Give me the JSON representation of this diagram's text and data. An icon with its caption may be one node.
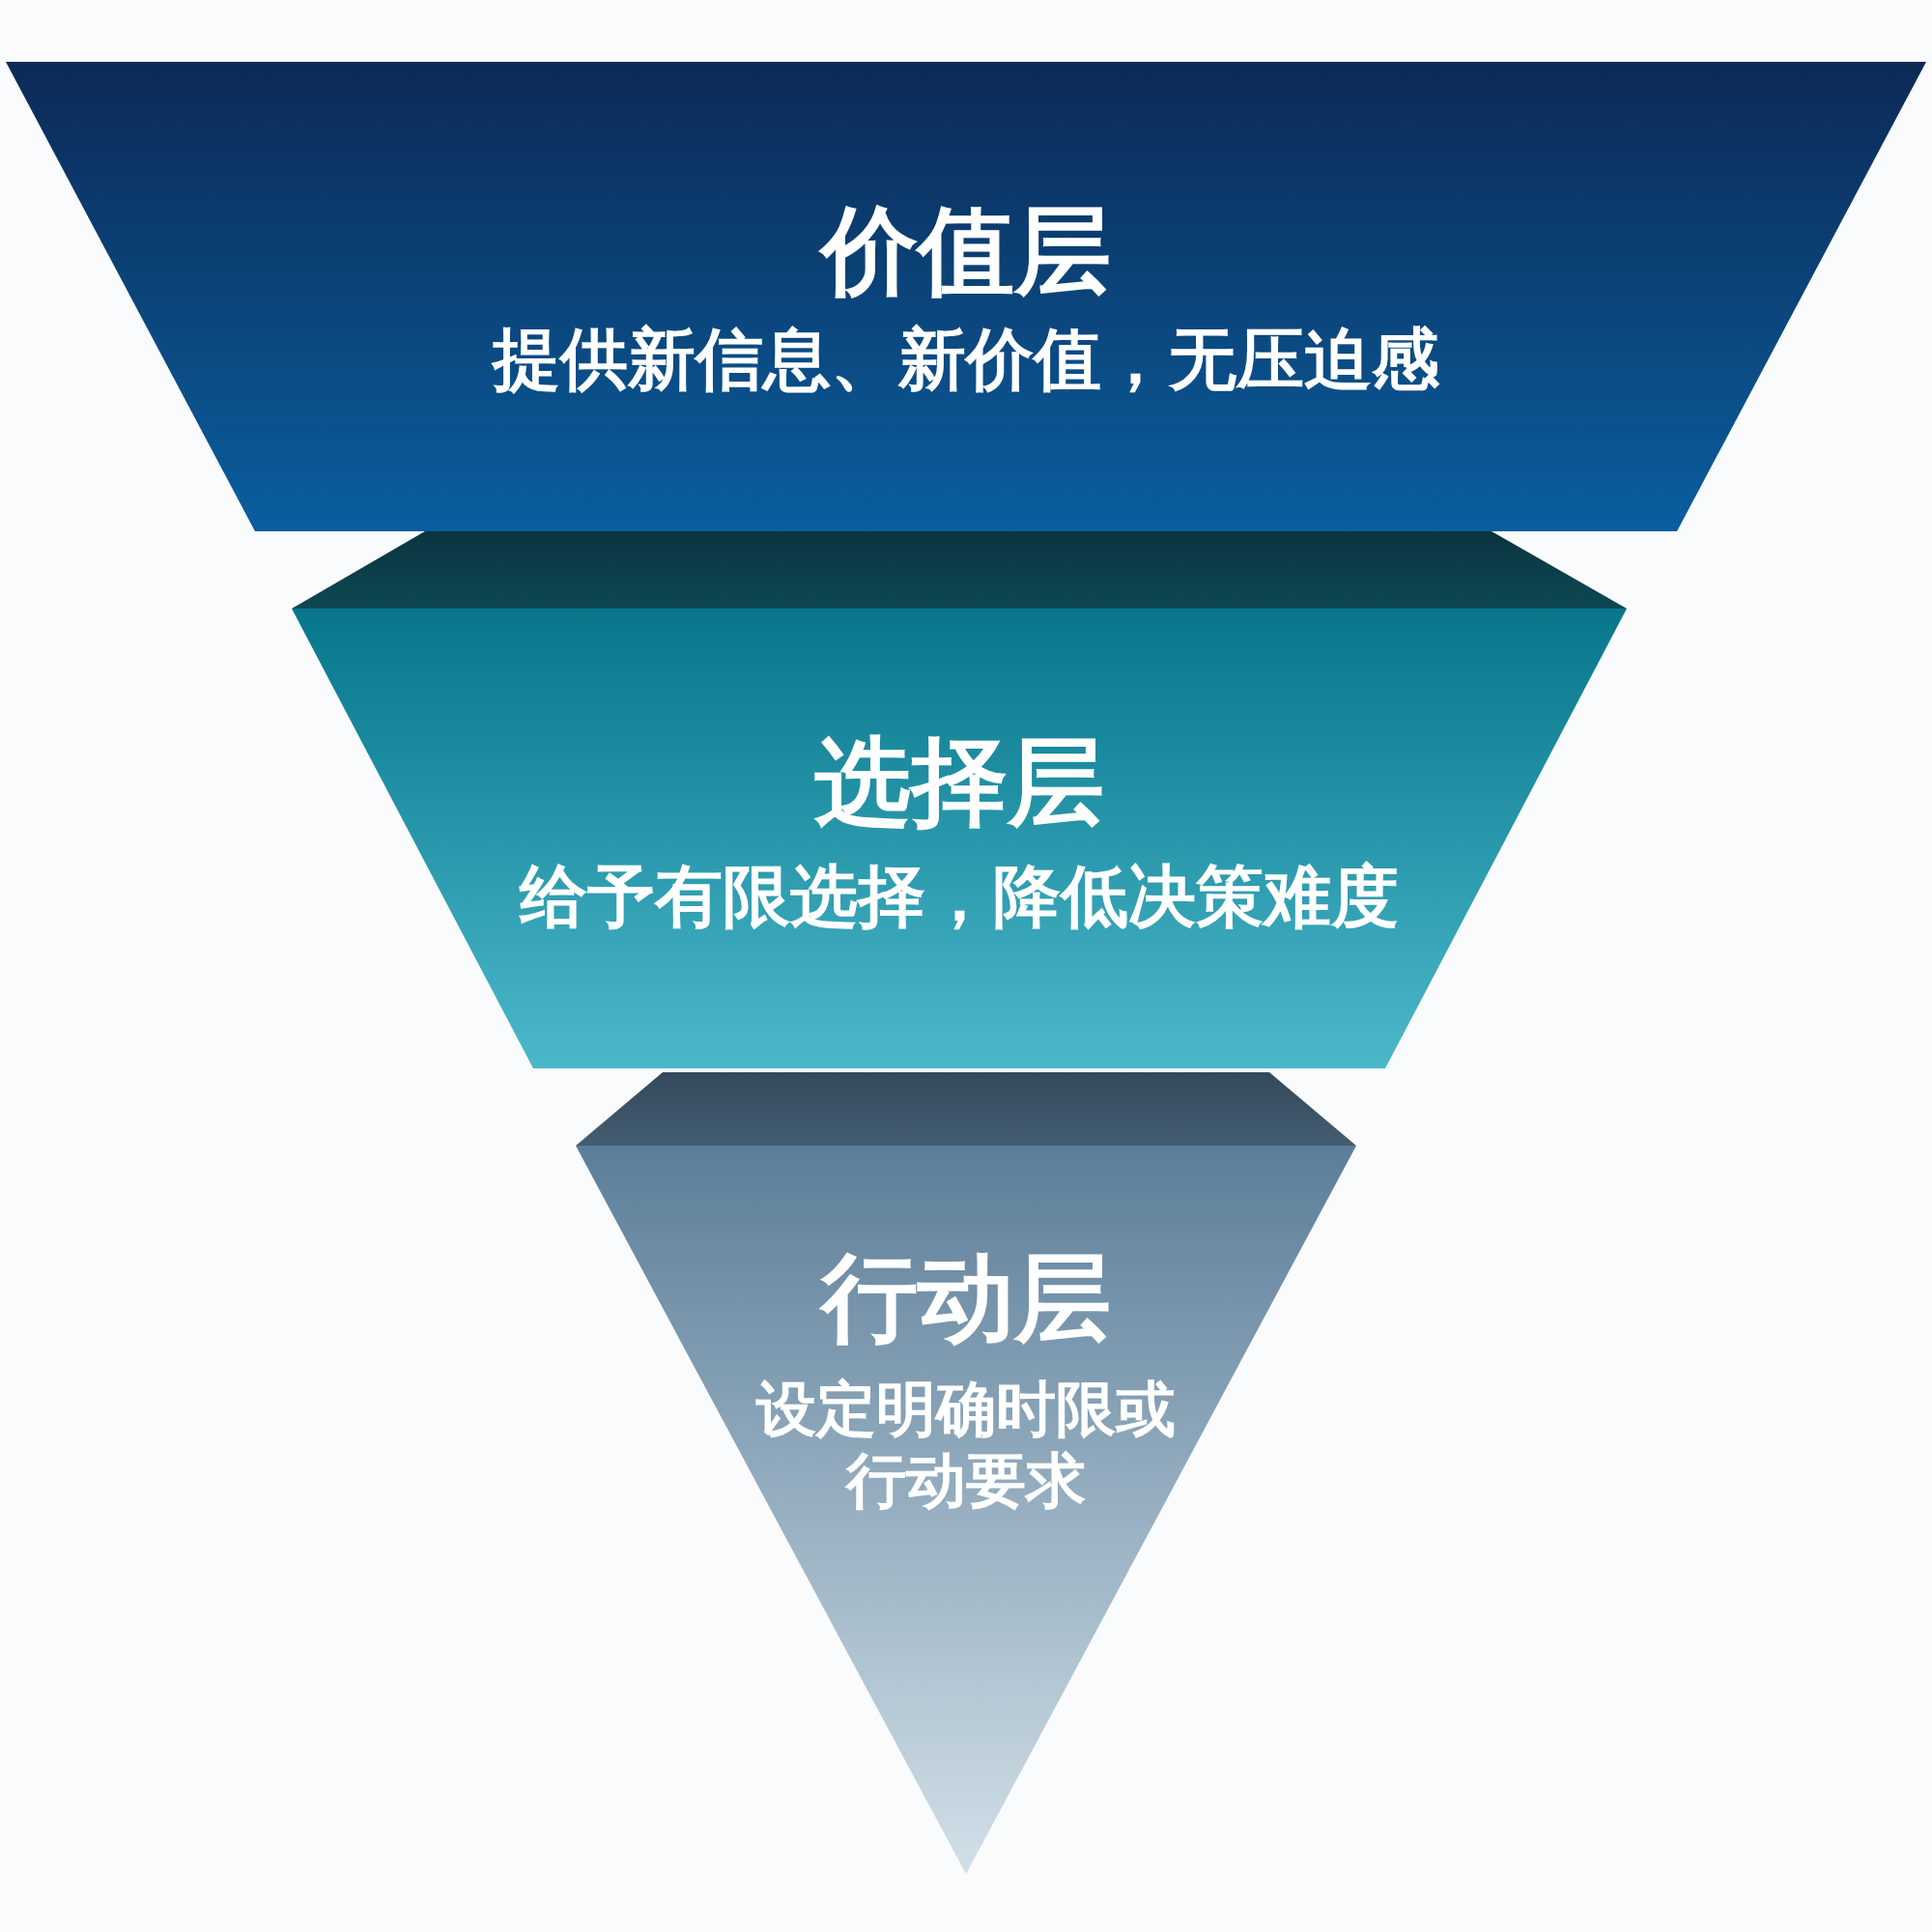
{
  "diagram": {
    "nodes": [
      {
        "text": [
          "价值层",
          "提供新信息、新价值，无压迫感"
        ]
      },
      {
        "text": [
          "选择层",
          "给予有限选择，降低决策难度"
        ]
      },
      {
        "text": [
          "行动层",
          "设定明确时限或行动要求"
        ]
      }
    ]
  }
}
